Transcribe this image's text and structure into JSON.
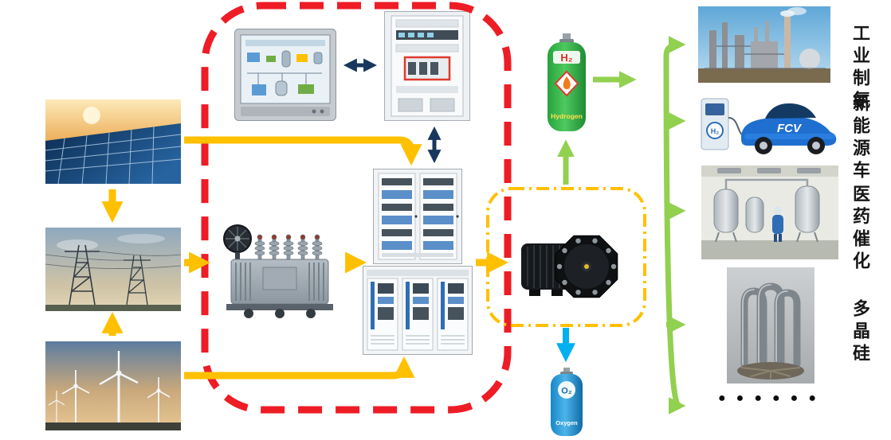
{
  "colors": {
    "system_boundary_red": "#ee1c25",
    "stack_boundary_orange": "#ffc000",
    "power_flow_yellow": "#ffc000",
    "hydrogen_flow_green": "#92d050",
    "oxygen_flow_cyan": "#00b0f0",
    "control_link_navy": "#17375e",
    "h2_cylinder_green": "#2fae46",
    "o2_cylinder_blue": "#1787c9"
  },
  "cylinders": {
    "h2": {
      "formula": "H₂",
      "label": "Hydrogen"
    },
    "o2": {
      "formula": "O₂",
      "label": "Oxygen"
    }
  },
  "fcv": {
    "badge": "FCV",
    "dispenser_label": "H₂"
  },
  "applications": [
    {
      "label": "工业制氨"
    },
    {
      "label": "新能源车"
    },
    {
      "label": "医药催化"
    },
    {
      "label": "多晶硅"
    }
  ],
  "ellipsis": "●●●●●●",
  "images": {
    "solar": "solar-panel-array-photo",
    "grid": "power-transmission-towers-photo",
    "wind": "wind-turbine-farm-photo",
    "hmi": "scada-hmi-screen-photo",
    "control_cabinet": "control-cabinet-photo",
    "transformer": "power-transformer-photo",
    "rectifier": "rectifier-cabinet-photo",
    "power_cabinets": "power-conversion-cabinets-photo",
    "electrolyzer": "electrolyzer-stack-photo",
    "ammonia": "industrial-ammonia-plant-photo",
    "fcv": "fuel-cell-vehicle-photo",
    "pharma": "pharma-catalysis-cleanroom-photo",
    "polysilicon": "polysilicon-rods-photo"
  }
}
